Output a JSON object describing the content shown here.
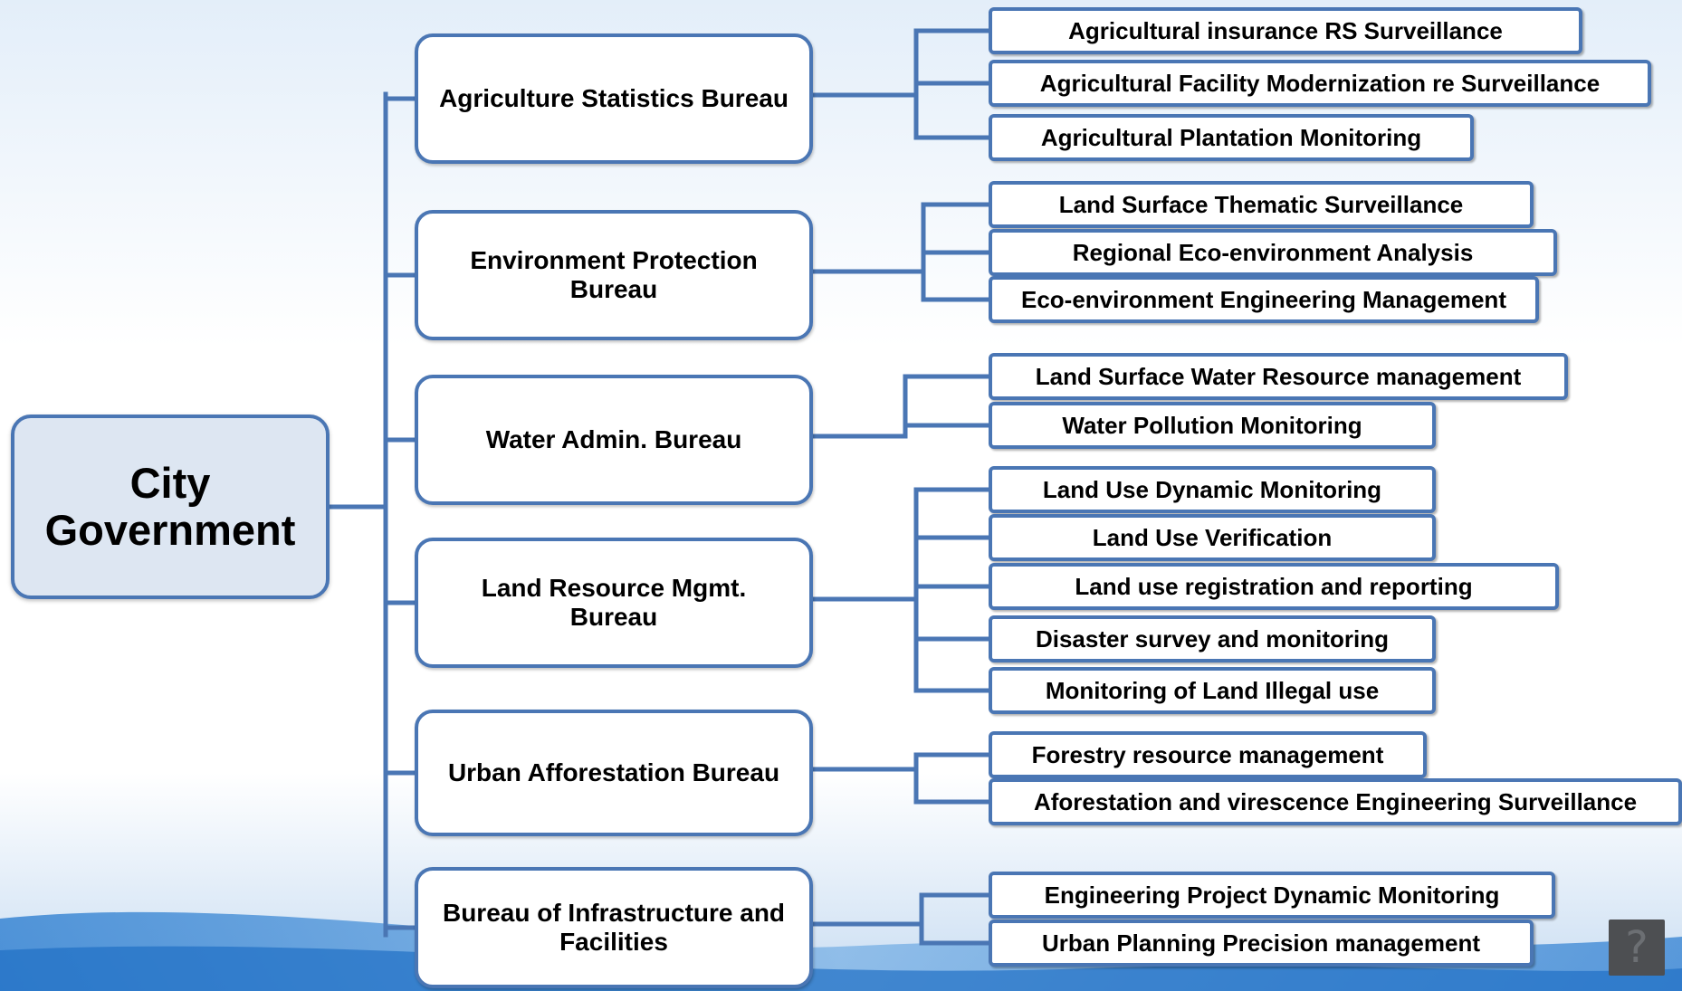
{
  "root": {
    "label": "City\nGovernment"
  },
  "bureaus": [
    {
      "label": "Agriculture Statistics Bureau",
      "tasks": [
        "Agricultural insurance RS  Surveillance",
        "Agricultural Facility Modernization re Surveillance",
        "Agricultural Plantation Monitoring"
      ]
    },
    {
      "label": "Environment Protection\nBureau",
      "tasks": [
        "Land Surface Thematic Surveillance",
        "Regional Eco-environment Analysis",
        "Eco-environment Engineering Management"
      ]
    },
    {
      "label": "Water Admin. Bureau",
      "tasks": [
        "Land Surface Water Resource  management",
        "Water Pollution Monitoring"
      ]
    },
    {
      "label": "Land Resource Mgmt.\nBureau",
      "tasks": [
        "Land Use Dynamic Monitoring",
        "Land Use  Verification",
        "Land use registration and reporting",
        "Disaster  survey and monitoring",
        "Monitoring of Land Illegal use"
      ]
    },
    {
      "label": "Urban Afforestation Bureau",
      "tasks": [
        "Forestry resource management",
        "Aforestation and virescence Engineering Surveillance"
      ]
    },
    {
      "label": "Bureau of Infrastructure and\nFacilities",
      "tasks": [
        "Engineering Project Dynamic Monitoring",
        "Urban Planning Precision management"
      ]
    }
  ],
  "help_button": {
    "label": "?"
  }
}
